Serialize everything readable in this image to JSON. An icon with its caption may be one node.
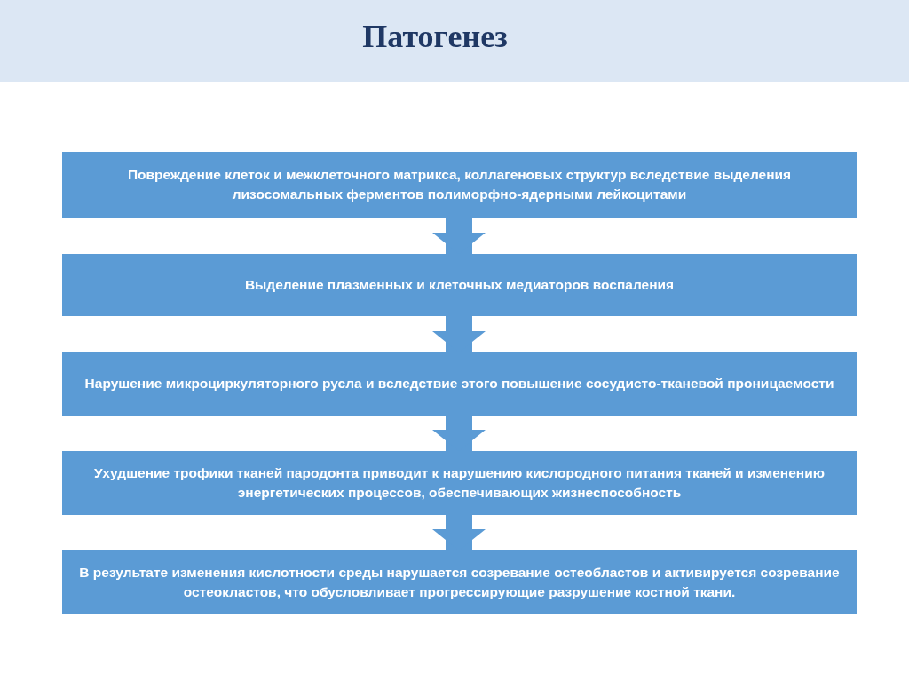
{
  "diagram": {
    "title": "Патогенез",
    "nodes": [
      {
        "text": [
          "Повреждение клеток и межклеточного матрикса, коллагеновых структур вследствие выделения лизосомальных ферментов полиморфно-ядерными лейкоцитами"
        ]
      },
      {
        "text": [
          "Выделение плазменных и клеточных медиаторов воспаления"
        ]
      },
      {
        "text": [
          "Нарушение микроциркуляторного русла и вследствие этого повышение сосудисто-тканевой проницаемости"
        ]
      },
      {
        "text": [
          "Ухудшение трофики тканей пародонта приводит к нарушению кислородного питания тканей и изменению энергетических процессов, обеспечивающих жизнеспособность"
        ]
      },
      {
        "text": [
          "В результате изменения кислотности среды нарушается созревание остеобластов и активируется созревание остеокластов, что обусловливает прогрессирующие разрушение костной ткани."
        ]
      }
    ],
    "edges": [
      {
        "from": 0,
        "to": 1,
        "arrow": "to"
      },
      {
        "from": 1,
        "to": 2,
        "arrow": "to"
      },
      {
        "from": 2,
        "to": 3,
        "arrow": "to"
      },
      {
        "from": 3,
        "to": 4,
        "arrow": "to"
      }
    ]
  }
}
